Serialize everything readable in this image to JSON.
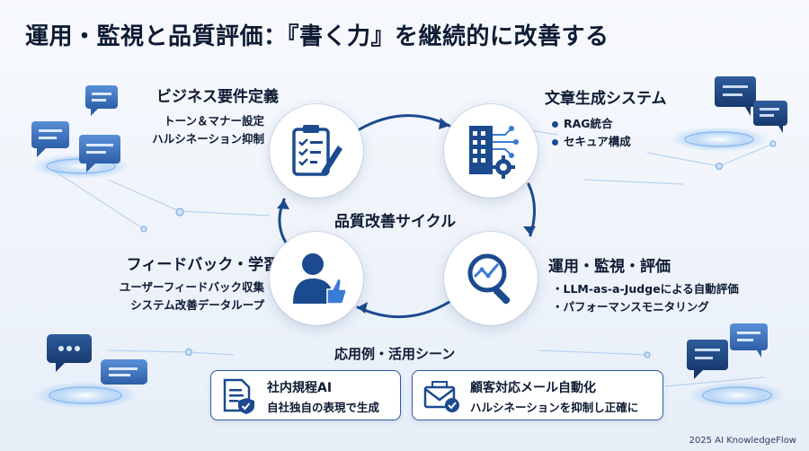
{
  "title": "運用・監視と品質評価：『書く力』を継続的に改善する",
  "cycle_label": "品質改善サイクル",
  "stages": {
    "business_requirements": {
      "title": "ビジネス要件定義",
      "items": [
        "トーン＆マナー設定",
        "ハルシネーション抑制"
      ],
      "icon": "clipboard-checklist-pen-icon"
    },
    "generation_system": {
      "title": "文章生成システム",
      "items": [
        "RAG統合",
        "セキュア構成"
      ],
      "icon": "building-gear-network-icon"
    },
    "operation_monitoring": {
      "title": "運用・監視・評価",
      "items": [
        "・LLM-as-a-Judgeによる自動評価",
        "・パフォーマンスモニタリング"
      ],
      "icon": "magnifier-chart-icon"
    },
    "feedback_learning": {
      "title": "フィードバック・学習",
      "items": [
        "ユーザーフィードバック収集",
        "システム改善データループ"
      ],
      "icon": "user-thumbs-up-icon"
    }
  },
  "use_cases": {
    "title": "応用例・活用シーン",
    "cards": [
      {
        "title": "社内規程AI",
        "subtitle": "自社独自の表現で生成",
        "icon": "document-shield-icon"
      },
      {
        "title": "顧客対応メール自動化",
        "subtitle": "ハルシネーションを抑制し正確に",
        "icon": "envelope-check-icon"
      }
    ]
  },
  "footer": "2025 AI KnowledgeFlow",
  "colors": {
    "primary": "#1b4a8f",
    "accent": "#3a7bd5",
    "text": "#0d1b33"
  }
}
